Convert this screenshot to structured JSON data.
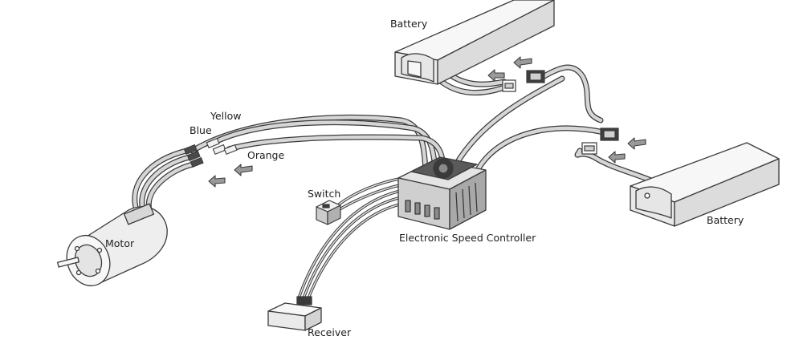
{
  "labels": {
    "battery_top": "Battery",
    "battery_right": "Battery",
    "yellow": "Yellow",
    "blue": "Blue",
    "orange": "Orange",
    "switch": "Switch",
    "motor": "Motor",
    "esc": "Electronic Speed Controller",
    "receiver": "Receiver"
  },
  "colors": {
    "line": "#3a3a3a",
    "wire_fill": "#d4d4d4",
    "body_fill": "#f4f4f4",
    "shade": "#bdbdbd",
    "arrow_fill": "#9a9a9a"
  }
}
